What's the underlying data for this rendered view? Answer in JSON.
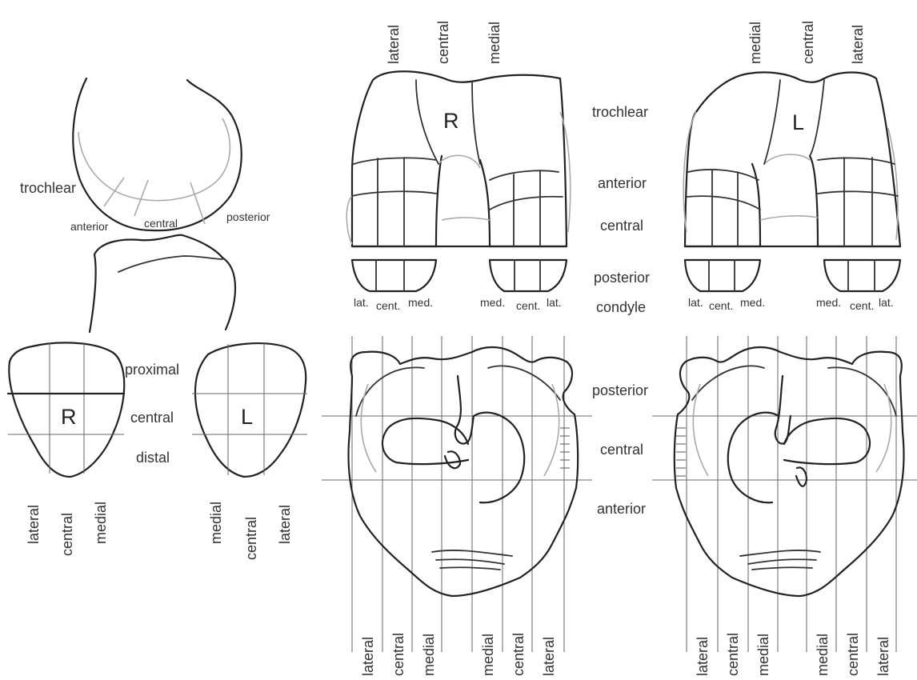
{
  "sagittal": {
    "trochlear": "trochlear",
    "anterior": "anterior",
    "central": "central",
    "posterior": "posterior"
  },
  "patella": {
    "proximal": "proximal",
    "central": "central",
    "distal": "distal",
    "right_letter": "R",
    "left_letter": "L",
    "right_cols": [
      "lateral",
      "central",
      "medial"
    ],
    "left_cols": [
      "medial",
      "central",
      "lateral"
    ]
  },
  "femur": {
    "right_top": [
      "lateral",
      "central",
      "medial"
    ],
    "left_top": [
      "medial",
      "central",
      "lateral"
    ],
    "right_letter": "R",
    "left_letter": "L",
    "rows": [
      "trochlear",
      "anterior",
      "central",
      "posterior",
      "condyle"
    ],
    "cond_right_left": [
      "lat.",
      "cent.",
      "med."
    ],
    "cond_right_right": [
      "med.",
      "cent.",
      "lat."
    ],
    "cond_left_left": [
      "lat.",
      "cent.",
      "med."
    ],
    "cond_left_right": [
      "med.",
      "cent.",
      "lat."
    ]
  },
  "tibia": {
    "rows": [
      "posterior",
      "central",
      "anterior"
    ],
    "cols": [
      "lateral",
      "central",
      "medial",
      "medial",
      "central",
      "lateral"
    ]
  }
}
